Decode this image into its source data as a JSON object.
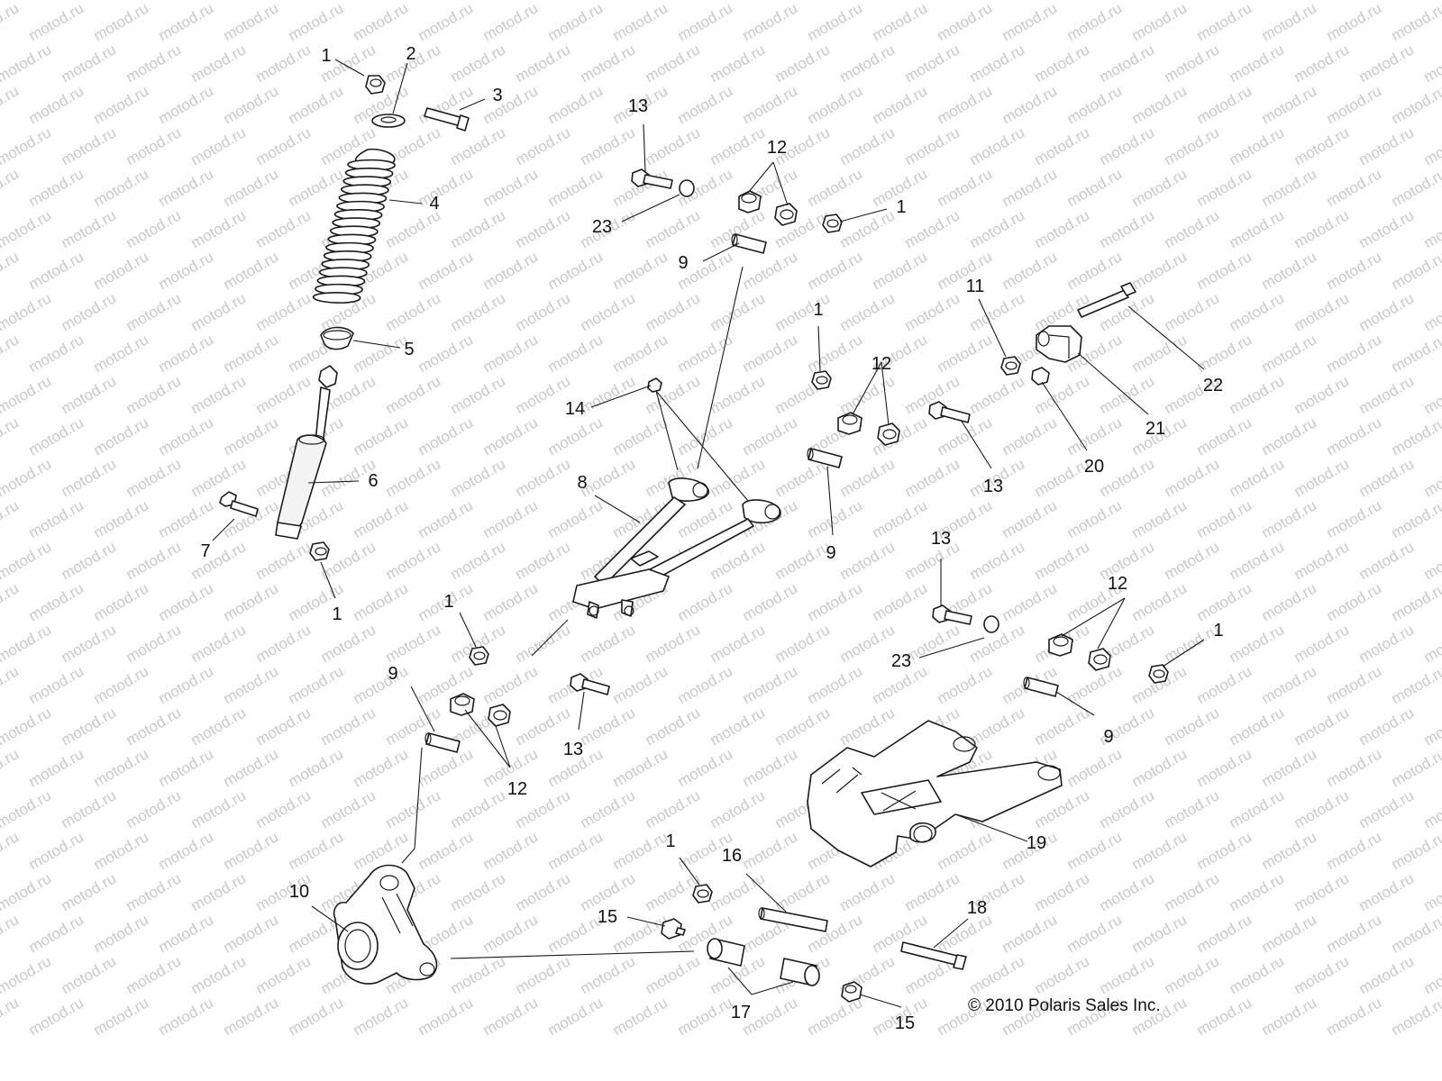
{
  "watermark": {
    "text": "motod.ru"
  },
  "copyright": "© 2010 Polaris Sales Inc.",
  "callouts": {
    "c1a": "1",
    "c2": "2",
    "c3": "3",
    "c4": "4",
    "c5": "5",
    "c6": "6",
    "c7": "7",
    "c1b": "1",
    "c13a": "13",
    "c12a": "12",
    "c23a": "23",
    "c1c": "1",
    "c9a": "9",
    "c14": "14",
    "c8": "8",
    "c1d": "1",
    "c12b": "12",
    "c13b": "13",
    "c9b": "9",
    "c11": "11",
    "c22": "22",
    "c21": "21",
    "c20": "20",
    "c13c": "13",
    "c12c": "12",
    "c1e": "1",
    "c23b": "23",
    "c9c": "9",
    "c1f": "1",
    "c9d": "9",
    "c12d": "12",
    "c13d": "13",
    "c19": "19",
    "c10": "10",
    "c1g": "1",
    "c16": "16",
    "c15a": "15",
    "c18": "18",
    "c17": "17",
    "c15b": "15"
  }
}
